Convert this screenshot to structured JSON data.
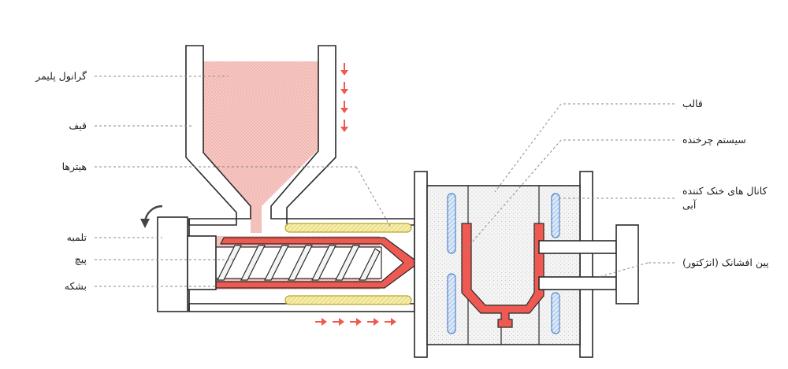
{
  "colors": {
    "outline": "#2a2a2a",
    "polymer_fill": "#f6c9c4",
    "polymer_dot": "#e88f86",
    "melt": "#ee5a52",
    "arrow": "#ee5a52",
    "heater": "#f3e79a",
    "heater_stroke": "#b9a62a",
    "cooling": "#cfe1f6",
    "cooling_stroke": "#4f86cc",
    "mold_fill": "#f2f2f2",
    "leader": "#8a8a8a"
  },
  "labels_left": {
    "polymer_granules": "گرانول پلیمر",
    "hopper": "قیف",
    "heaters": "هیترها",
    "plunger": "تلمبه",
    "screw": "پیچ",
    "barrel": "بشکه"
  },
  "labels_right": {
    "mold": "قالب",
    "runner_system": "سیستم چرخنده",
    "cooling_channels_line1": "کانال های خنک کننده",
    "cooling_channels_line2": "آبی",
    "ejector_pins": "پین افشانک (انژکتور)"
  },
  "icons": {
    "rotation": "rotate-arrow-icon",
    "feed_arrows": "down-arrow-icon",
    "flow_arrows": "right-arrow-icon"
  }
}
